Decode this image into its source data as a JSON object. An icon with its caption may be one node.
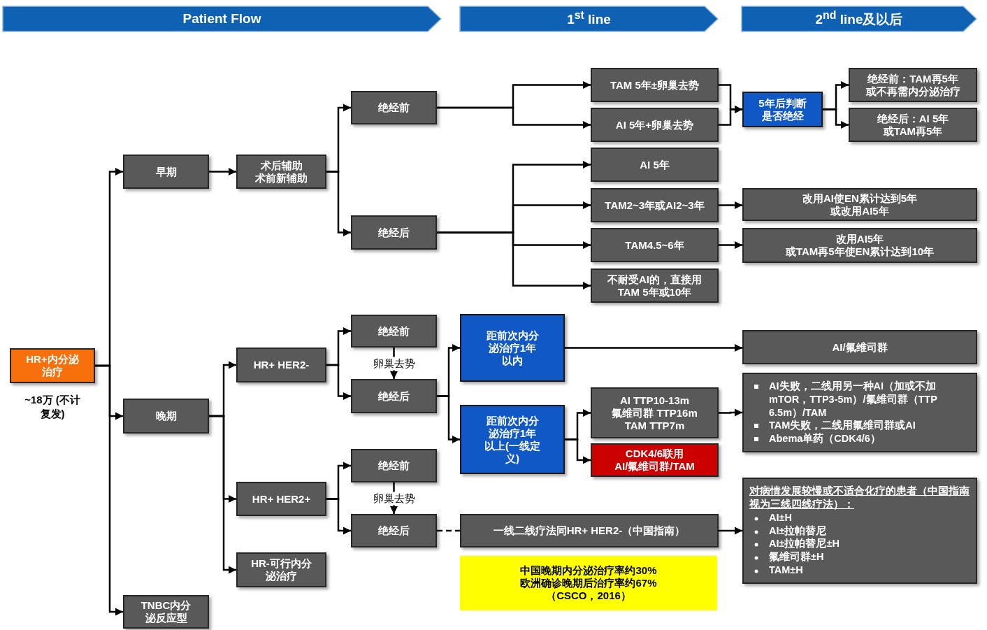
{
  "diagram": {
    "nodes": [
      {
        "text": [
          "Patient Flow"
        ]
      },
      {
        "text": [
          "1$^{st}$ line"
        ]
      },
      {
        "text": [
          "2$^{nd}$ line及以后"
        ]
      },
      {
        "text": [
          "HR+内分泌治疗"
        ],
        "beside": [
          "~18万 (不计复发)"
        ]
      },
      {
        "text": [
          "早期"
        ]
      },
      {
        "text": [
          "晚期"
        ]
      },
      {
        "text": [
          "TNBC内分泌反应型"
        ]
      },
      {
        "text": [
          "术后辅助",
          "术前新辅助"
        ]
      },
      {
        "text": [
          "绝经前"
        ]
      },
      {
        "text": [
          "绝经后"
        ]
      },
      {
        "text": [
          "TAM 5年±卵巢去势"
        ]
      },
      {
        "text": [
          "AI 5年+卵巢去势"
        ]
      },
      {
        "text": [
          "5年后判断是否绝经"
        ]
      },
      {
        "text": [
          "绝经前：TAM再5年或不再需内分泌治疗"
        ]
      },
      {
        "text": [
          "绝经后：AI 5年或TAM再5年"
        ]
      },
      {
        "text": [
          "AI 5年"
        ]
      },
      {
        "text": [
          "TAM2~3年或AI2~3年"
        ]
      },
      {
        "text": [
          "TAM4.5~6年"
        ]
      },
      {
        "text": [
          "不耐受AI的，直接用TAM 5年或10年"
        ]
      },
      {
        "text": [
          "改用AI使EN累计达到5年",
          "或改用AI5年"
        ]
      },
      {
        "text": [
          "改用AI5年",
          "或TAM再5年使EN累计达到10年"
        ]
      },
      {
        "text": [
          "HR+ HER2-"
        ]
      },
      {
        "text": [
          "HR+ HER2+"
        ]
      },
      {
        "text": [
          "HR-可行内分泌治疗"
        ]
      },
      {
        "text": [
          "绝经前"
        ]
      },
      {
        "text": [
          "绝经后"
        ]
      },
      {
        "text": [
          "距前次内分泌治疗1年以内"
        ]
      },
      {
        "text": [
          "距前次内分泌治疗1年以上(一线定义)"
        ]
      },
      {
        "text": [
          "AI/氟维司群"
        ]
      },
      {
        "text": [
          "AI TTP10-13m",
          "氟维司群 TTP16m",
          "TAM TTP7m"
        ]
      },
      {
        "text": [
          "CDK4/6联用",
          "AI/氟维司群/TAM"
        ]
      },
      {
        "text": [
          "AI失败，二线用另一种AI（加或不加mTOR，TTP3-5m）/氟维司群（TTP 6.5m）/TAM",
          "TAM失败，二线用氟维司群或AI",
          "Abema单药（CDK4/6）"
        ]
      },
      {
        "text": [
          "绝经前"
        ]
      },
      {
        "text": [
          "绝经后"
        ]
      },
      {
        "text": [
          "一线二线疗法同HR+ HER2-（中国指南）"
        ]
      },
      {
        "text": [
          "中国晚期内分泌治疗率约30%",
          "欧洲确诊晚期后治疗率约67%",
          "（CSCO，2016）"
        ]
      },
      {
        "text": [
          "对病情发展较慢或不适合化疗的患者（中国指南视为三线四线疗法）：",
          "AI±H",
          "AI±拉帕替尼",
          "AI±拉帕替尼±H",
          "氟维司群±H",
          "TAM±H"
        ]
      }
    ],
    "edges": [
      {
        "from": 3,
        "to": 4,
        "arrow": "to"
      },
      {
        "from": 3,
        "to": 5,
        "arrow": "to"
      },
      {
        "from": 3,
        "to": 6,
        "arrow": "to"
      },
      {
        "from": 4,
        "to": 7,
        "arrow": "to"
      },
      {
        "from": 7,
        "to": 8,
        "arrow": "to"
      },
      {
        "from": 7,
        "to": 9,
        "arrow": "to"
      },
      {
        "from": 8,
        "to": 10,
        "arrow": "to"
      },
      {
        "from": 8,
        "to": 11,
        "arrow": "to"
      },
      {
        "from": 10,
        "to": 12,
        "arrow": "to"
      },
      {
        "from": 11,
        "to": 12,
        "arrow": "to"
      },
      {
        "from": 12,
        "to": 13,
        "arrow": "to"
      },
      {
        "from": 12,
        "to": 14,
        "arrow": "to"
      },
      {
        "from": 9,
        "to": 15,
        "arrow": "to"
      },
      {
        "from": 9,
        "to": 16,
        "arrow": "to"
      },
      {
        "from": 9,
        "to": 17,
        "arrow": "to"
      },
      {
        "from": 9,
        "to": 18,
        "arrow": "to"
      },
      {
        "from": 16,
        "to": 19,
        "arrow": "to"
      },
      {
        "from": 17,
        "to": 20,
        "arrow": "to"
      },
      {
        "from": 5,
        "to": 21,
        "arrow": "to"
      },
      {
        "from": 5,
        "to": 22,
        "arrow": "to"
      },
      {
        "from": 5,
        "to": 23,
        "arrow": "to"
      },
      {
        "from": 21,
        "to": 24,
        "arrow": "to"
      },
      {
        "from": 21,
        "to": 25,
        "arrow": "to"
      },
      {
        "from": 24,
        "to": 25,
        "arrow": "to",
        "label": "卵巢去势"
      },
      {
        "from": 25,
        "to": 26,
        "arrow": "to"
      },
      {
        "from": 25,
        "to": 27,
        "arrow": "to"
      },
      {
        "from": 26,
        "to": 28,
        "arrow": "to"
      },
      {
        "from": 27,
        "to": 29,
        "arrow": "to"
      },
      {
        "from": 27,
        "to": 30,
        "arrow": "to"
      },
      {
        "from": 29,
        "to": 31,
        "arrow": "to"
      },
      {
        "from": 22,
        "to": 32,
        "arrow": "to"
      },
      {
        "from": 22,
        "to": 33,
        "arrow": "to"
      },
      {
        "from": 32,
        "to": 33,
        "arrow": "to",
        "label": "卵巢去势"
      },
      {
        "from": 33,
        "to": 34,
        "arrow": "none",
        "style": "dashed"
      },
      {
        "from": 34,
        "to": 36,
        "arrow": "to"
      }
    ]
  }
}
